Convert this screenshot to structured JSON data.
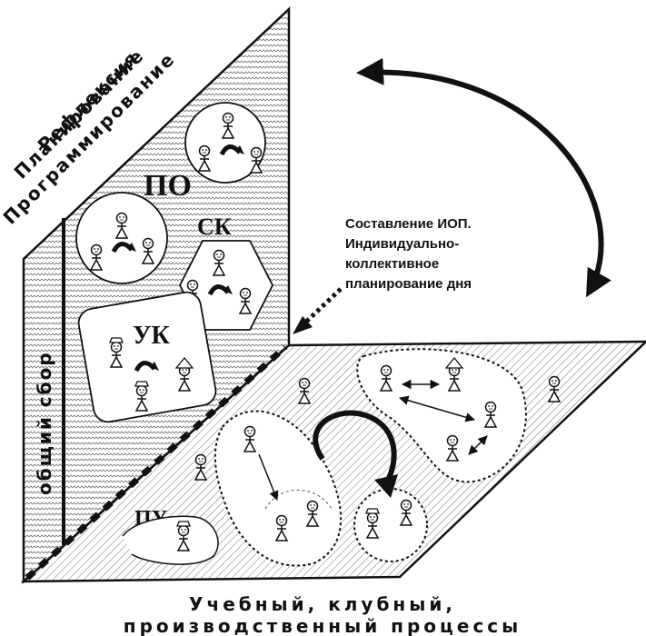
{
  "vertical_plane_title_lines": [
    "Рефлексия",
    "Планирование",
    "Программирование"
  ],
  "wall_label": "общий сбор",
  "group_labels": {
    "po": "ПО",
    "sk": "СК",
    "uk": "УК",
    "pu": "ПУ"
  },
  "annotation_lines": [
    "Составление ИОП.",
    "Индивидуально-",
    "коллективное",
    "планирование дня"
  ],
  "bottom_caption_lines": [
    "Учебный, клубный,",
    "производственный процессы"
  ]
}
